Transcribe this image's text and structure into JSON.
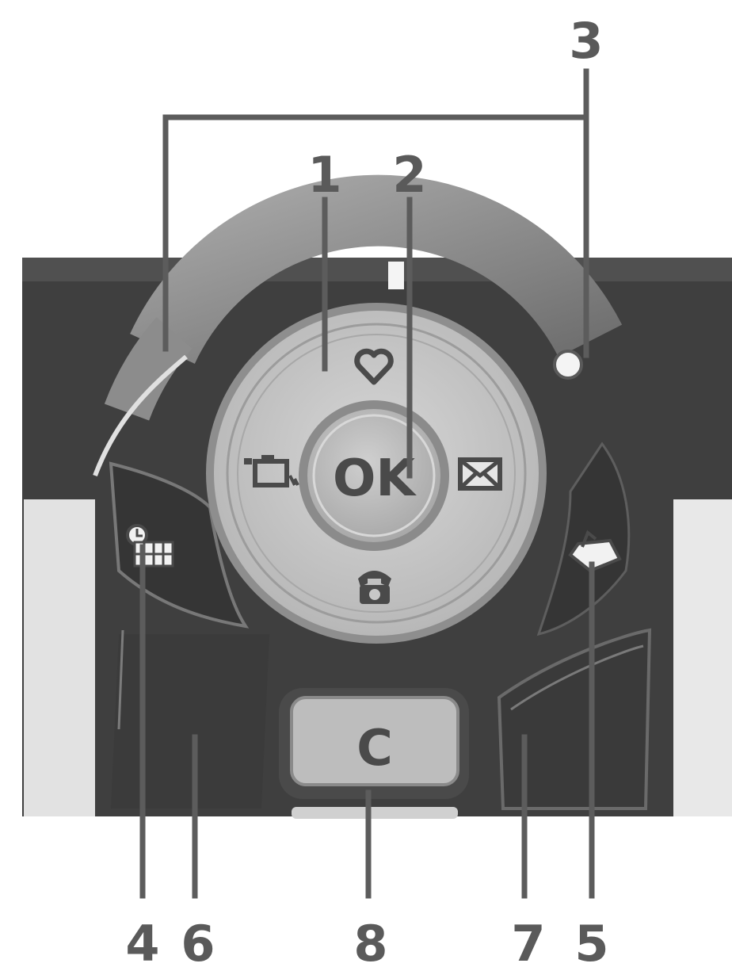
{
  "callouts": {
    "c1": "1",
    "c2": "2",
    "c3": "3",
    "c4": "4",
    "c5": "5",
    "c6": "6",
    "c7": "7",
    "c8": "8"
  },
  "keys": {
    "ok_label": "OK",
    "clear_label": "C"
  },
  "icons": {
    "up": "heart-icon",
    "right": "envelope-icon",
    "down": "telephone-icon",
    "left": "camera-icon",
    "left_soft": "calendar-clock-icon",
    "right_soft": "folder-icon"
  },
  "colors": {
    "body": "#3f3f3f",
    "ring": "#9a9a9a",
    "pad": "#c8c8c8",
    "ok": "#bdbdbd",
    "callout": "#5a5a5a"
  }
}
